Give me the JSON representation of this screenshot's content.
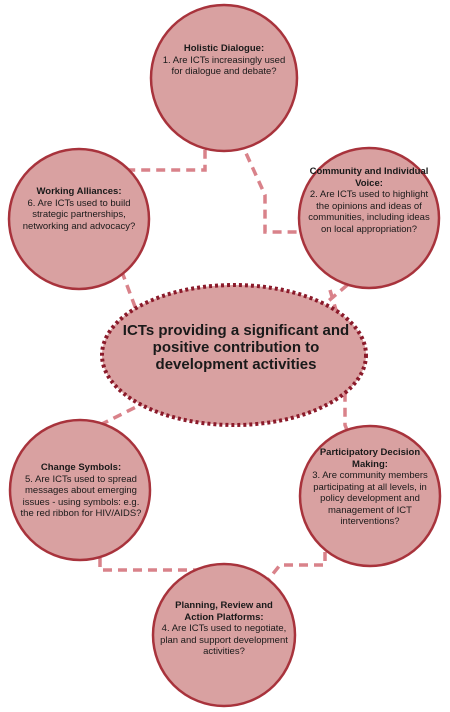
{
  "colors": {
    "circle_fill": "#d9a1a1",
    "circle_stroke": "#a8333c",
    "connector": "#d9828a",
    "center_stroke": "#8b1a2a"
  },
  "center": {
    "text": "ICTs providing a significant and positive contribution to development activities"
  },
  "nodes": [
    {
      "id": "holistic-dialogue",
      "title": "Holistic Dialogue:",
      "body": "1.  Are ICTs increasingly used for dialogue and debate?"
    },
    {
      "id": "community-voice",
      "title": "Community and Individual Voice:",
      "body": "2.  Are ICTs used to highlight the opinions and ideas of communities, including ideas on local appropriation?"
    },
    {
      "id": "participatory-decision",
      "title": "Participatory Decision Making:",
      "body": "3. Are community members participating at all levels, in policy development and management of ICT interventions?"
    },
    {
      "id": "planning-review",
      "title": "Planning, Review and Action Platforms:",
      "body": "4. Are ICTs used to negotiate, plan and support development activities?"
    },
    {
      "id": "change-symbols",
      "title": "Change Symbols:",
      "body": "5.  Are ICTs used to spread messages about emerging issues - using symbols: e.g. the red ribbon for HIV/AIDS?"
    },
    {
      "id": "working-alliances",
      "title": "Working Alliances:",
      "body": "6.  Are ICTs used to build strategic partnerships, networking and advocacy?"
    }
  ]
}
